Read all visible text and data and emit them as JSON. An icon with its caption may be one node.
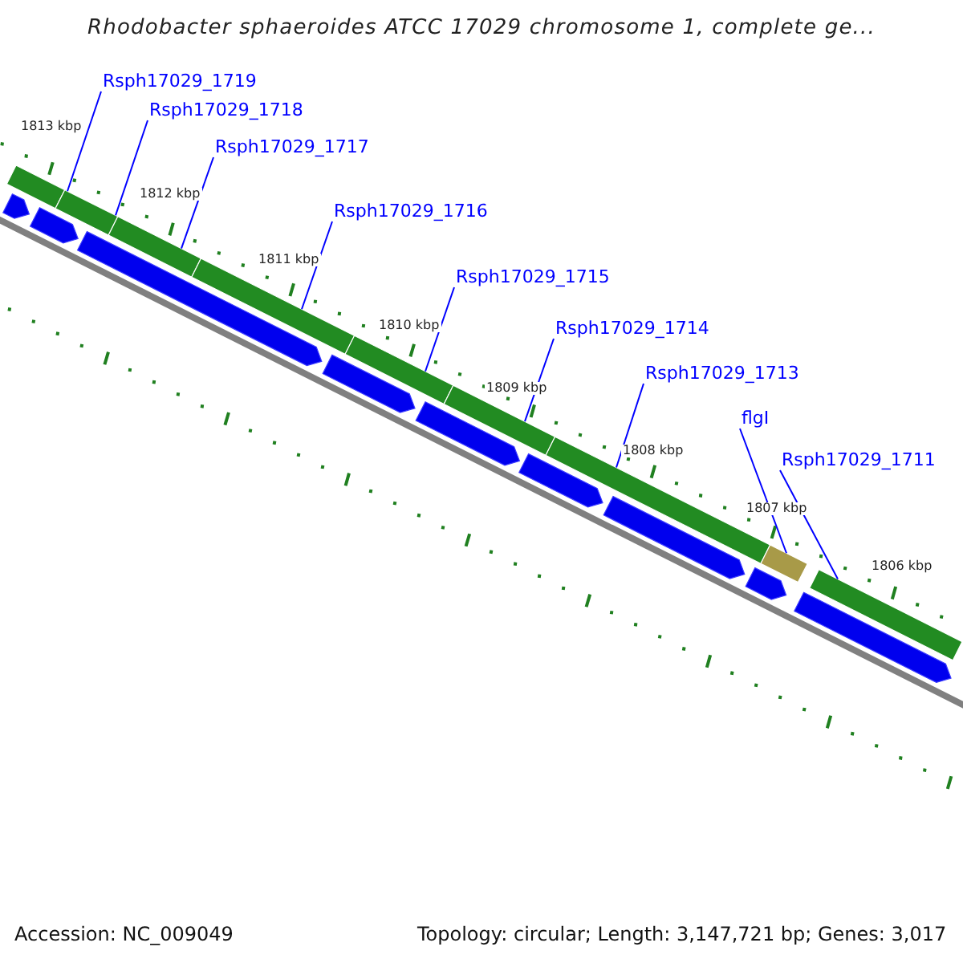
{
  "diagram": {
    "title": "Rhodobacter sphaeroides ATCC 17029 chromosome 1, complete ge...",
    "nodes": [
      {
        "text": [
          "Rsph17029_1719"
        ]
      },
      {
        "text": [
          "Rsph17029_1718"
        ]
      },
      {
        "text": [
          "Rsph17029_1717"
        ]
      },
      {
        "text": [
          "Rsph17029_1716"
        ]
      },
      {
        "text": [
          "Rsph17029_1715"
        ]
      },
      {
        "text": [
          "Rsph17029_1714"
        ]
      },
      {
        "text": [
          "Rsph17029_1713"
        ]
      },
      {
        "text": [
          "flgI"
        ]
      },
      {
        "text": [
          "Rsph17029_1711"
        ]
      },
      {
        "text": [],
        "shape": "bar"
      },
      {
        "text": [],
        "shape": "bar"
      },
      {
        "text": [],
        "shape": "bar"
      },
      {
        "text": [],
        "shape": "bar"
      },
      {
        "text": [],
        "shape": "bar"
      },
      {
        "text": [],
        "shape": "bar"
      },
      {
        "text": [],
        "shape": "bar"
      },
      {
        "text": [],
        "shape": "bar"
      },
      {
        "text": [],
        "shape": "bar"
      },
      {
        "text": [],
        "shape": "bar"
      },
      {
        "text": [],
        "shape": "bar"
      },
      {
        "text": [],
        "shape": "bar"
      },
      {
        "text": [],
        "shape": "bar"
      },
      {
        "text": [],
        "shape": "bar"
      },
      {
        "text": [],
        "shape": "bar"
      },
      {
        "text": [],
        "shape": "bar"
      },
      {
        "text": [],
        "shape": "bar"
      },
      {
        "text": [],
        "shape": "bar"
      }
    ],
    "edges": [
      {
        "from": 0,
        "to": 9,
        "arrow": "none"
      },
      {
        "from": 1,
        "to": 10,
        "arrow": "none"
      },
      {
        "from": 2,
        "to": 11,
        "arrow": "none"
      },
      {
        "from": 3,
        "to": 12,
        "arrow": "none"
      },
      {
        "from": 4,
        "to": 13,
        "arrow": "none"
      },
      {
        "from": 5,
        "to": 14,
        "arrow": "none"
      },
      {
        "from": 6,
        "to": 15,
        "arrow": "none"
      },
      {
        "from": 7,
        "to": 16,
        "arrow": "none"
      },
      {
        "from": 8,
        "to": 17,
        "arrow": "none"
      }
    ],
    "labels": [
      "1813 kbp",
      "1812 kbp",
      "1811 kbp",
      "1810 kbp",
      "1809 kbp",
      "1808 kbp",
      "1807 kbp",
      "1806 kbp",
      "Accession: NC_009049",
      "Topology: circular; Length: 3,147,721 bp; Genes: 3,017"
    ]
  }
}
